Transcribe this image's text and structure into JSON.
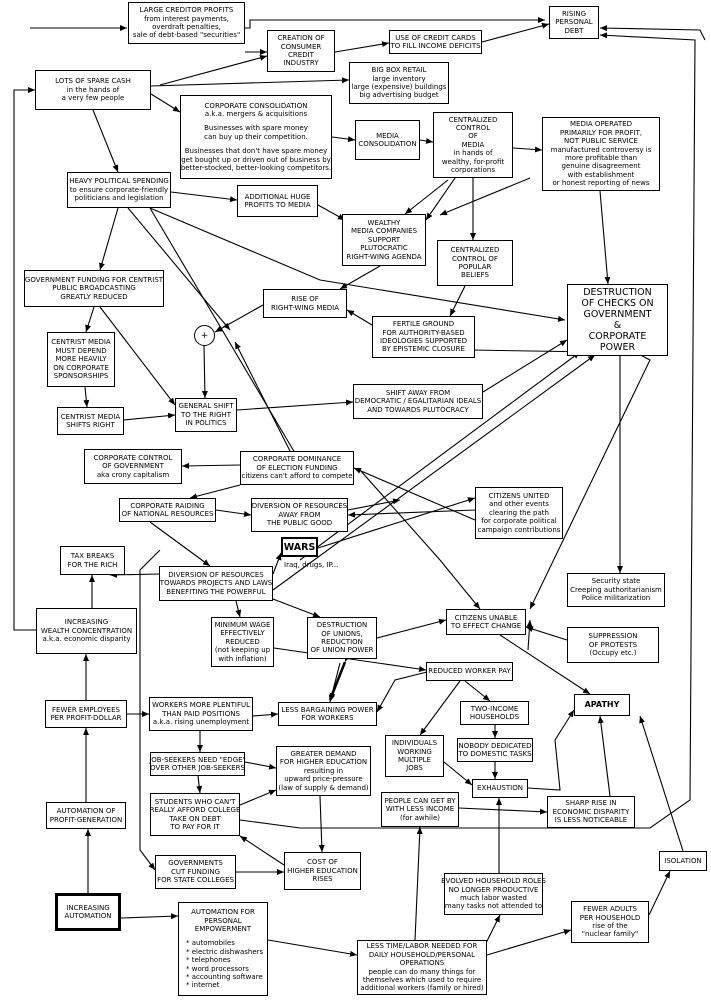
{
  "nodes": {
    "large_creditor": {
      "lines": [
        "LARGE CREDITOR PROFITS",
        "from interest payments,",
        "overdraft penalties,",
        "sale of debt-based \"securities\""
      ]
    },
    "rising_debt": {
      "lines": [
        "RISING",
        "PERSONAL",
        "DEBT"
      ]
    },
    "consumer_credit": {
      "lines": [
        "CREATION OF",
        "CONSUMER",
        "CREDIT",
        "INDUSTRY"
      ]
    },
    "credit_cards": {
      "lines": [
        "USE OF CREDIT CARDS",
        "TO FILL INCOME DEFICITS"
      ]
    },
    "spare_cash": {
      "lines": [
        "LOTS OF SPARE CASH",
        "in the hands of",
        "a very few people"
      ]
    },
    "big_box": {
      "lines": [
        "BIG BOX RETAIL",
        "large inventory",
        "large (expensive) buildings",
        "big advertising budget"
      ]
    },
    "consolidation": {
      "paras": [
        [
          "CORPORATE CONSOLIDATION",
          "a.k.a. mergers & acquisitions"
        ],
        [
          "Businesses with spare money",
          "can buy up their competition."
        ],
        [
          "Businesses that don't have spare money",
          "get bought up or driven out of business by",
          "better-stocked, better-looking competitors."
        ]
      ]
    },
    "media_consolidation": {
      "lines": [
        "MEDIA",
        "CONSOLIDATION"
      ]
    },
    "central_control_media": {
      "lines": [
        "CENTRALIZED",
        "CONTROL",
        "OF",
        "MEDIA",
        "in hands of",
        "wealthy, for-profit",
        "corporations"
      ]
    },
    "media_profit": {
      "lines": [
        "MEDIA OPERATED",
        "PRIMARILY FOR PROFIT,",
        "NOT PUBLIC SERVICE",
        "manufactured controversy is",
        "more profitable than",
        "genuine disagreement",
        "with establishment",
        "or honest reporting of news"
      ]
    },
    "heavy_political": {
      "lines": [
        "HEAVY POLITICAL SPENDING",
        "to ensure corporate-friendly",
        "politicians and legislation"
      ]
    },
    "additional_profits": {
      "lines": [
        "ADDITIONAL HUGE",
        "PROFITS TO MEDIA"
      ]
    },
    "wealthy_media": {
      "lines": [
        "WEALTHY",
        "MEDIA COMPANIES",
        "SUPPORT",
        "PLUTOCRATIC",
        "RIGHT-WING AGENDA"
      ]
    },
    "central_beliefs": {
      "lines": [
        "CENTRALIZED",
        "CONTROL OF",
        "POPULAR",
        "BELIEFS"
      ]
    },
    "destruction_checks": {
      "lines": [
        "DESTRUCTION",
        "OF CHECKS ON",
        "GOVERNMENT",
        "&",
        "CORPORATE",
        "POWER"
      ]
    },
    "gov_funding": {
      "lines": [
        "GOVERNMENT FUNDING FOR CENTRIST",
        "PUBLIC BROADCASTING",
        "GREATLY REDUCED"
      ]
    },
    "rise_rightwing": {
      "lines": [
        "RISE OF",
        "RIGHT-WING MEDIA"
      ]
    },
    "plus": {
      "lines": [
        "+"
      ]
    },
    "fertile_ground": {
      "lines": [
        "FERTILE GROUND",
        "FOR AUTHORITY-BASED",
        "IDEOLOGIES SUPPORTED",
        "BY EPISTEMIC CLOSURE"
      ]
    },
    "centrist_depend": {
      "lines": [
        "CENTRIST MEDIA",
        "MUST DEPEND",
        "MORE HEAVILY",
        "ON CORPORATE",
        "SPONSORSHIPS"
      ]
    },
    "general_shift": {
      "lines": [
        "GENERAL SHIFT",
        "TO THE RIGHT",
        "IN POLITICS"
      ]
    },
    "shift_away": {
      "lines": [
        "SHIFT AWAY FROM",
        "DEMOCRATIC / EGALITARIAN IDEALS",
        "AND TOWARDS PLUTOCRACY"
      ]
    },
    "centrist_shifts": {
      "lines": [
        "CENTRIST MEDIA",
        "SHIFTS RIGHT"
      ]
    },
    "corp_control_gov": {
      "lines": [
        "CORPORATE CONTROL",
        "OF GOVERNMENT",
        "aka crony capitalism"
      ]
    },
    "corp_dominance": {
      "lines": [
        "CORPORATE DOMINANCE",
        "OF ELECTION FUNDING",
        "citizens can't afford to compete"
      ]
    },
    "corp_raiding": {
      "lines": [
        "CORPORATE RAIDING",
        "OF NATIONAL RESOURCES"
      ]
    },
    "diversion_public": {
      "lines": [
        "DIVERSION OF RESOURCES",
        "AWAY FROM",
        "THE PUBLIC GOOD"
      ]
    },
    "citizens_united": {
      "lines": [
        "CITIZENS UNITED",
        "and other events",
        "clearing the path",
        "for corporate political",
        "campaign contributions"
      ]
    },
    "tax_breaks": {
      "lines": [
        "TAX BREAKS",
        "FOR THE RICH"
      ]
    },
    "wars": {
      "lines": [
        "WARS"
      ]
    },
    "wars_sub": {
      "text": "Iraq, drugs, IP..."
    },
    "diversion_powerful": {
      "lines": [
        "DIVERSION OF RESOURCES",
        "TOWARDS PROJECTS AND LAWS",
        "BENEFITING THE POWERFUL"
      ]
    },
    "security_state": {
      "lines": [
        "Security state",
        "Creeping authoritarianism",
        "Police militarization"
      ]
    },
    "wealth_conc": {
      "lines": [
        "INCREASING",
        "WEALTH CONCENTRATION",
        "a.k.a. economic disparity"
      ]
    },
    "min_wage": {
      "lines": [
        "MINIMUM WAGE",
        "EFFECTIVELY",
        "REDUCED",
        "(not keeping up",
        "with inflation)"
      ]
    },
    "destruction_unions": {
      "lines": [
        "DESTRUCTION",
        "OF UNIONS,",
        "REDUCTION",
        "OF UNION POWER"
      ]
    },
    "citizens_unable": {
      "lines": [
        "CITIZENS UNABLE",
        "TO EFFECT CHANGE"
      ]
    },
    "suppression": {
      "lines": [
        "SUPPRESSION",
        "OF PROTESTS",
        "(Occupy etc.)"
      ]
    },
    "reduced_pay": {
      "lines": [
        "REDUCED WORKER PAY"
      ]
    },
    "fewer_employees": {
      "lines": [
        "FEWER EMPLOYEES",
        "PER PROFIT-DOLLAR"
      ]
    },
    "workers_plentiful": {
      "lines": [
        "WORKERS MORE PLENTIFUL",
        "THAN PAID POSITIONS",
        "a.k.a. rising unemployment"
      ]
    },
    "less_bargaining": {
      "lines": [
        "LESS BARGAINING POWER",
        "FOR WORKERS"
      ]
    },
    "two_income": {
      "lines": [
        "TWO-INCOME",
        "HOUSEHOLDS"
      ]
    },
    "apathy": {
      "lines": [
        "APATHY"
      ]
    },
    "job_seekers": {
      "lines": [
        "JOB-SEEKERS NEED \"EDGE\"",
        "OVER OTHER JOB-SEEKERS"
      ]
    },
    "greater_demand": {
      "lines": [
        "GREATER DEMAND",
        "FOR HIGHER EDUCATION",
        "resulting in",
        "upward price-pressure",
        "(law of supply & demand)"
      ]
    },
    "individuals_multi": {
      "lines": [
        "INDIVIDUALS",
        "WORKING",
        "MULTIPLE",
        "JOBS"
      ]
    },
    "nobody_dedicated": {
      "lines": [
        "NOBODY DEDICATED",
        "TO DOMESTIC TASKS"
      ]
    },
    "exhaustion": {
      "lines": [
        "EXHAUSTION"
      ]
    },
    "automation_profit": {
      "lines": [
        "AUTOMATION OF",
        "PROFIT-GENERATION"
      ]
    },
    "students": {
      "lines": [
        "STUDENTS WHO CAN'T",
        "REALLY AFFORD COLLEGE",
        "TAKE ON DEBT",
        "TO PAY FOR IT"
      ]
    },
    "get_by": {
      "lines": [
        "PEOPLE CAN GET BY",
        "WITH LESS INCOME",
        "(for awhile)"
      ]
    },
    "sharp_rise": {
      "lines": [
        "SHARP RISE IN",
        "ECONOMIC DISPARITY",
        "IS LESS NOTICEABLE"
      ]
    },
    "gov_cut": {
      "lines": [
        "GOVERNMENTS",
        "CUT FUNDING",
        "FOR STATE COLLEGES"
      ]
    },
    "cost_higher_ed": {
      "lines": [
        "COST OF",
        "HIGHER EDUCATION",
        "RISES"
      ]
    },
    "isolation": {
      "lines": [
        "ISOLATION"
      ]
    },
    "increasing_auto": {
      "lines": [
        "INCREASING",
        "AUTOMATION"
      ]
    },
    "auto_personal": {
      "paras": [
        [
          "AUTOMATION FOR",
          "PERSONAL",
          "EMPOWERMENT"
        ],
        [
          "* automobiles",
          "* electric dishwashers",
          "* telephones",
          "* word processors",
          "* accounting software",
          "* internet"
        ]
      ]
    },
    "evolved_roles": {
      "lines": [
        "EVOLVED HOUSEHOLD ROLES",
        "NO LONGER PRODUCTIVE",
        "much labor wasted",
        "many tasks not attended to"
      ]
    },
    "fewer_adults": {
      "lines": [
        "FEWER ADULTS",
        "PER HOUSEHOLD",
        "rise of the",
        "\"nuclear family\""
      ]
    },
    "less_time": {
      "lines": [
        "LESS TIME/LABOR NEEDED FOR",
        "DAILY HOUSEHOLD/PERSONAL",
        "OPERATIONS",
        "people can do many things for",
        "themselves which used to require",
        "additional workers (family or hired)"
      ]
    }
  }
}
